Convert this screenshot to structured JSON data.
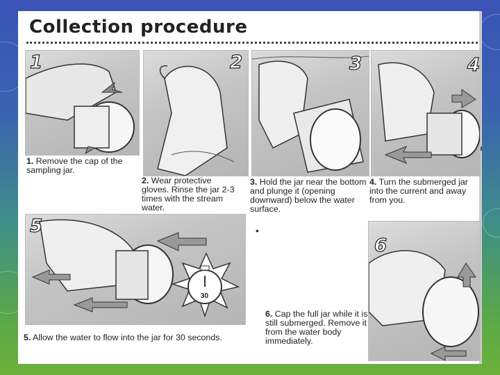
{
  "title": "Collection procedure",
  "steps": [
    {
      "num": "1",
      "label": "1.",
      "text": "Remove the cap of the sampling jar."
    },
    {
      "num": "2",
      "label": "2.",
      "text": "Wear protective gloves. Rinse the jar 2-3 times with the stream water."
    },
    {
      "num": "3",
      "label": "3.",
      "text": "Hold the jar near the bottom and plunge it (opening downward) below the water surface."
    },
    {
      "num": "4",
      "label": "4.",
      "text": "Turn the submerged jar into the current and away from you."
    },
    {
      "num": "5",
      "label": "5.",
      "text": "Allow the water to flow into the jar for 30 seconds."
    },
    {
      "num": "6",
      "label": "6.",
      "text": "Cap the full jar while it is still submerged. Remove it from the water body immediately."
    }
  ],
  "timer_value": "30",
  "bullet": "•",
  "colors": {
    "ink": "#222222",
    "sheet": "#ffffff",
    "background_top": "#3a53b6",
    "background_bottom": "#6cb13c"
  }
}
